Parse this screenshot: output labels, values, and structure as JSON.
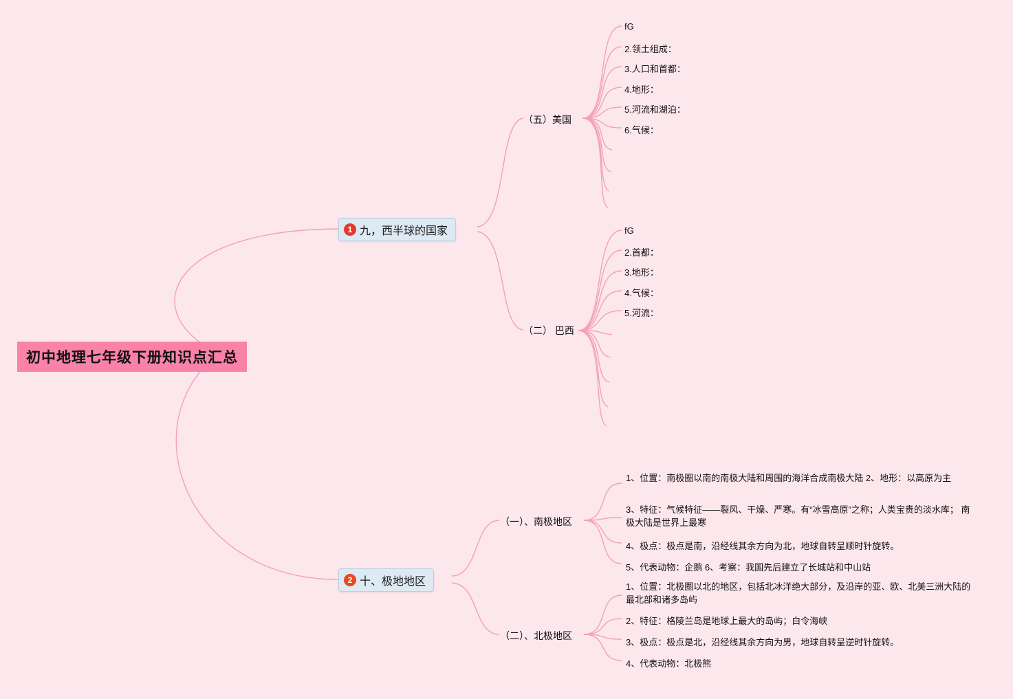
{
  "root": {
    "label": "初中地理七年级下册知识点汇总"
  },
  "branches": [
    {
      "badge": "1",
      "label": "九，西半球的国家",
      "children": [
        {
          "label": "（五）美国",
          "leaves": [
            "fG",
            "2.领土组成：",
            "3.人口和首都：",
            "4.地形：",
            "5.河流和湖泊：",
            "6.气候："
          ]
        },
        {
          "label": "（二） 巴西",
          "leaves": [
            "fG",
            "2.首都：",
            "3.地形：",
            "4.气候：",
            "5.河流："
          ]
        }
      ]
    },
    {
      "badge": "2",
      "label": "十、极地地区",
      "children": [
        {
          "label": "（一）、南极地区",
          "leaves": [
            "1、位置：南极圈以南的南极大陆和周围的海洋合成南极大陆 2、地形：以高原为主",
            "3、特征：气候特征——裂风、干燥、严寒。有“冰雪高原”之称；人类宝贵的淡水库； 南极大陆是世界上最寒",
            "4、极点：极点是南，沿经线其余方向为北，地球自转呈顺时针旋转。",
            "5、代表动物：企鹅 6、考察：我国先后建立了长城站和中山站"
          ]
        },
        {
          "label": "（二）、北极地区",
          "leaves": [
            "1、位置：北极圈以北的地区，包括北冰洋绝大部分，及沿岸的亚、欧、北美三洲大陆的最北部和诸多岛屿",
            "2、特征：格陵兰岛是地球上最大的岛屿；白令海峡",
            "3、极点：极点是北，沿经线其余方向为男，地球自转呈逆时针旋转。",
            "4、代表动物：北极熊"
          ]
        }
      ]
    }
  ],
  "colors": {
    "background": "#fce7ed",
    "line": "#f3a0b8",
    "root_bg": "#fa82a8",
    "node_bg": "#dde9f3",
    "node_border": "#b9cfdf",
    "badge1": "#e23b2e",
    "badge2": "#e8491f"
  }
}
